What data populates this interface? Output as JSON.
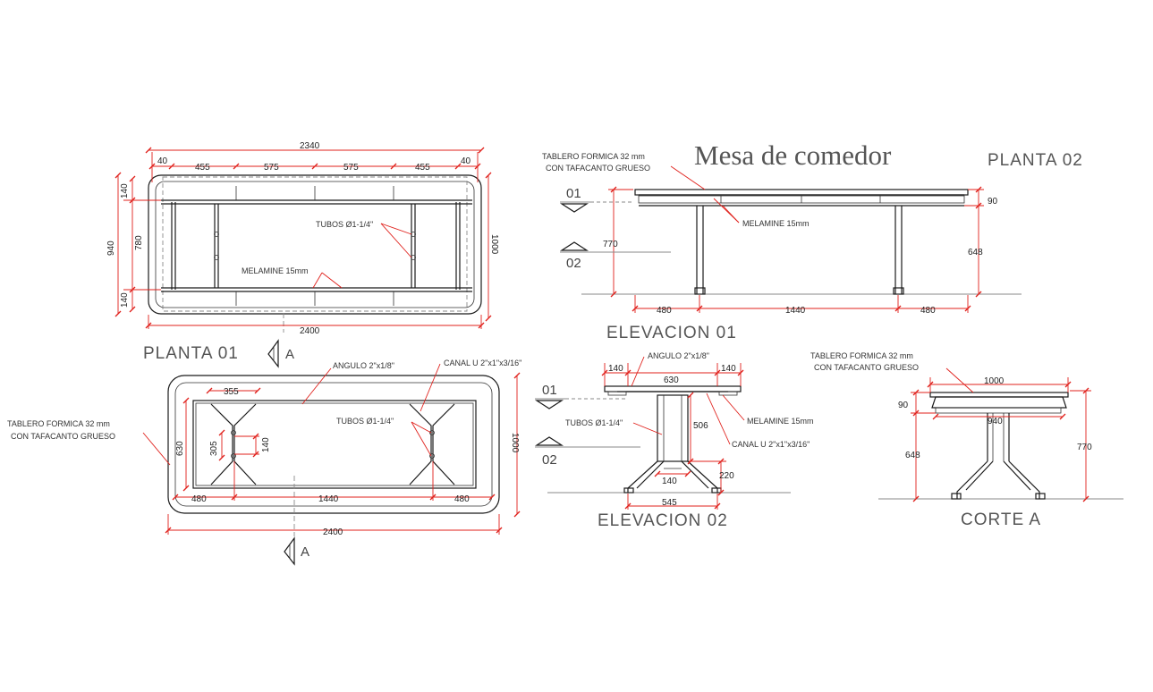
{
  "title": "Mesa de comedor",
  "views": {
    "planta_01": "PLANTA 01",
    "planta_02": "PLANTA 02",
    "elevacion_01": "ELEVACION 01",
    "elevacion_02": "ELEVACION 02",
    "corte_a": "CORTE A"
  },
  "section_mark": "A",
  "level_marks": {
    "upper": "01",
    "lower": "02"
  },
  "notes": {
    "tubos": "TUBOS Ø1-1/4\"",
    "melamine": "MELAMINE 15mm",
    "angulo": "ANGULO 2\"x1/8\"",
    "canal": "CANAL U 2\"x1\"x3/16\"",
    "tablero_1": "TABLERO FORMICA 32 mm",
    "tablero_2": "CON TAFACANTO GRUESO"
  },
  "dimensions": {
    "p1": {
      "total_top": "2340",
      "a": "40",
      "b": "455",
      "c": "575",
      "d": "575",
      "e": "455",
      "f": "40",
      "total_bottom": "2400",
      "left_total": "940",
      "left_top": "140",
      "left_mid": "780",
      "left_bot": "140",
      "right": "1000"
    },
    "p2": {
      "w355": "355",
      "h305": "305",
      "h140": "140",
      "h630": "630",
      "b480a": "480",
      "b1440": "1440",
      "b480b": "480",
      "total": "2400",
      "right": "1000"
    },
    "e1": {
      "h770": "770",
      "h90": "90",
      "h648": "648",
      "b480a": "480",
      "b1440": "1440",
      "b480b": "480"
    },
    "e2": {
      "t140a": "140",
      "t630": "630",
      "t140b": "140",
      "h506": "506",
      "h220": "220",
      "b140": "140",
      "b545": "545"
    },
    "ca": {
      "w1000": "1000",
      "w940": "940",
      "h90": "90",
      "h648": "648",
      "h770": "770"
    }
  }
}
